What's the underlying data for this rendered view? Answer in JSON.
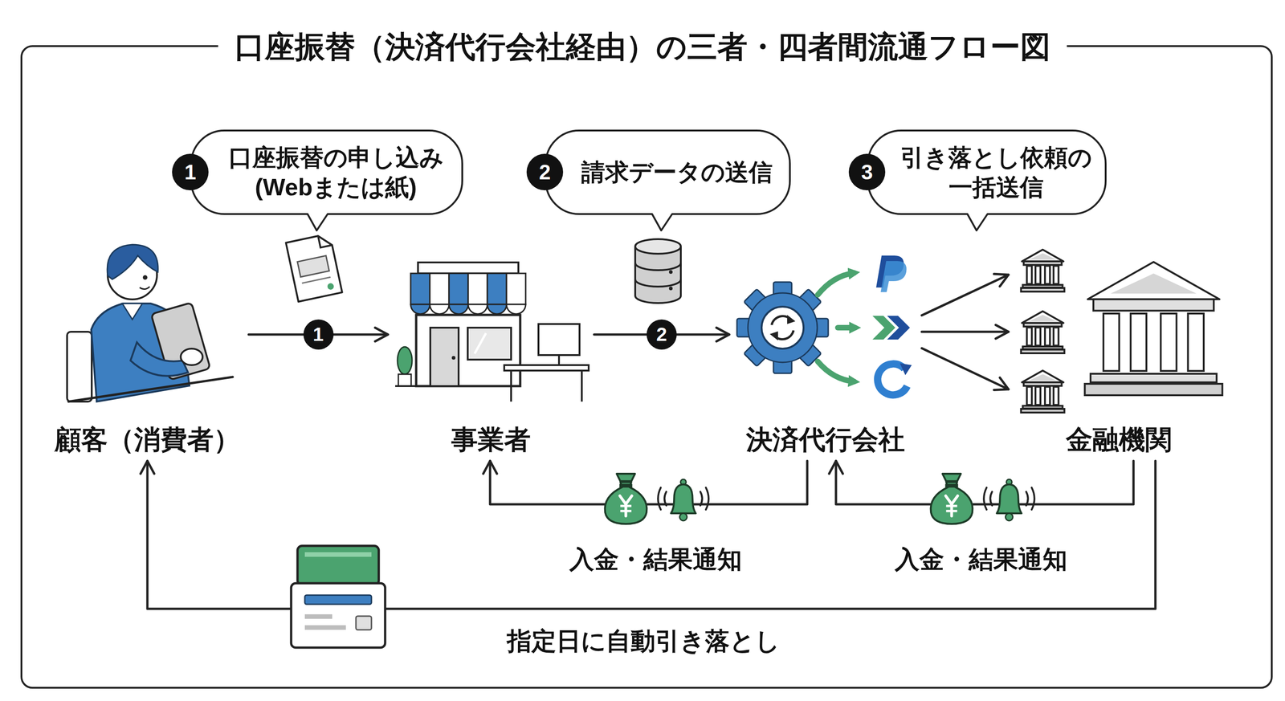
{
  "diagram": {
    "title": "口座振替（決済代行会社経由）の三者・四者間流通フロー図",
    "nodes": [
      {
        "text": [
          "口座振替の申し込み (Webまたは紙)"
        ]
      },
      {
        "text": [
          "1"
        ],
        "in": 0
      },
      {
        "text": [
          "請求データの送信"
        ]
      },
      {
        "text": [
          "2"
        ],
        "in": 2
      },
      {
        "text": [
          "引き落とし依頼の 一括送信"
        ]
      },
      {
        "text": [
          "3"
        ],
        "in": 4
      },
      {
        "text": [
          "顧客（消費者）"
        ]
      },
      {
        "text": [
          "事業者"
        ]
      },
      {
        "text": [
          "決済代行会社"
        ]
      },
      {
        "text": [
          "金融機関"
        ]
      }
    ],
    "edges": [
      {
        "from": 6,
        "to": 7,
        "arrow": "to",
        "label": "1"
      },
      {
        "from": 7,
        "to": 8,
        "arrow": "to",
        "label": "2"
      },
      {
        "from": 8,
        "to": 9,
        "arrow": "to"
      },
      {
        "from": 8,
        "to": 7,
        "arrow": "to",
        "label": "入金・結果通知"
      },
      {
        "from": 9,
        "to": 8,
        "arrow": "to",
        "label": "入金・結果通知"
      },
      {
        "from": 9,
        "to": 6,
        "arrow": "to",
        "label": "指定日に自動引き落とし"
      }
    ]
  }
}
